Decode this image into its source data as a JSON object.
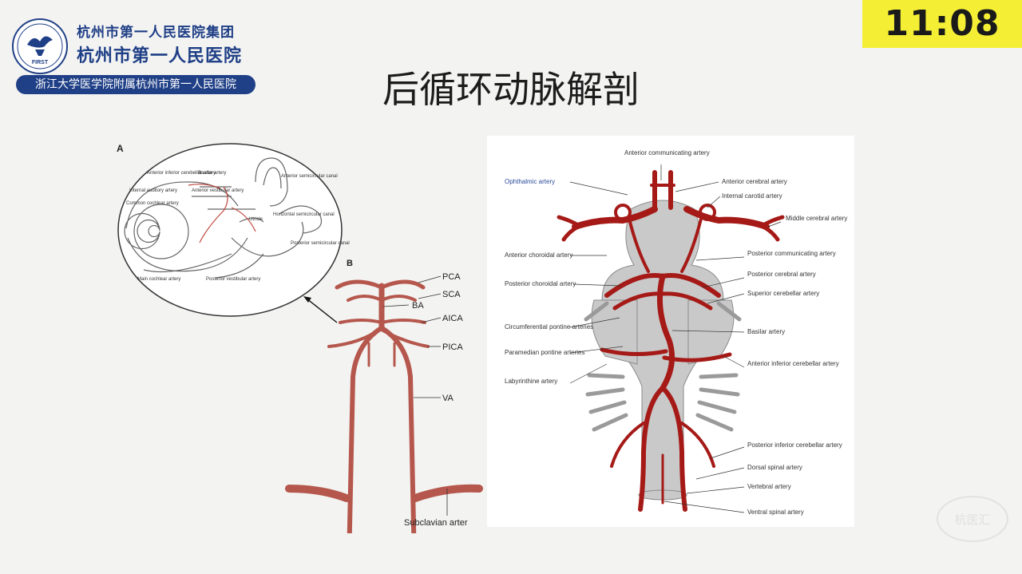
{
  "header": {
    "group_name": "杭州市第一人民医院集团",
    "hospital_name": "杭州市第一人民医院",
    "affiliation": "浙江大学医学院附属杭州市第一人民医院",
    "seal_text": "FIRST",
    "timer": "11:08"
  },
  "slide": {
    "title": "后循环动脉解剖"
  },
  "figure_left": {
    "panel_a_marker": "A",
    "panel_b_marker": "B",
    "inner_ear_labels": {
      "aica": "Anterior inferior cerebellar artery",
      "basilar": "Basilar artery",
      "internal_auditory": "Internal auditory artery",
      "anterior_vestibular": "Anterior vestibular artery",
      "common_cochlear": "Common cochlear artery",
      "anterior_canal": "Anterior semicircular canal",
      "horizontal_canal": "Horizontal semicircular canal",
      "utricle": "Utricle",
      "posterior_canal": "Posterior semicircular canal",
      "main_cochlear": "Main cochlear artery",
      "posterior_vestibular": "Posterior vestibular artery"
    },
    "vessel_labels": {
      "pca": "PCA",
      "sca": "SCA",
      "ba": "BA",
      "aica": "AICA",
      "pica": "PICA",
      "va": "VA",
      "subclavian": "Subclavian arter"
    }
  },
  "figure_right": {
    "labels": {
      "acom": "Anterior communicating artery",
      "ophthalmic": "Ophthalmic artery",
      "aca": "Anterior cerebral artery",
      "ica": "Internal carotid artery",
      "mca": "Middle cerebral artery",
      "ant_choroidal": "Anterior choroidal artery",
      "pcom": "Posterior communicating artery",
      "post_choroidal": "Posterior choroidal artery",
      "pca": "Posterior cerebral artery",
      "sca": "Superior cerebellar artery",
      "circumferential": "Circumferential pontine arteries",
      "basilar": "Basilar artery",
      "paramedian": "Paramedian pontine arteries",
      "aica": "Anterior inferior cerebellar artery",
      "labyrinthine": "Labyrinthine artery",
      "pica": "Posterior inferior cerebellar artery",
      "dorsal_spinal": "Dorsal spinal artery",
      "vertebral": "Vertebral artery",
      "ventral_spinal": "Ventral spinal artery"
    }
  },
  "watermark": {
    "text": "杭医汇"
  },
  "colors": {
    "brand_blue": "#1f3f86",
    "timer_yellow": "#f4ef34",
    "artery_red": "#a51a17",
    "vessel_brown": "#b5574c",
    "brainstem_gray": "#c9c9c9"
  }
}
